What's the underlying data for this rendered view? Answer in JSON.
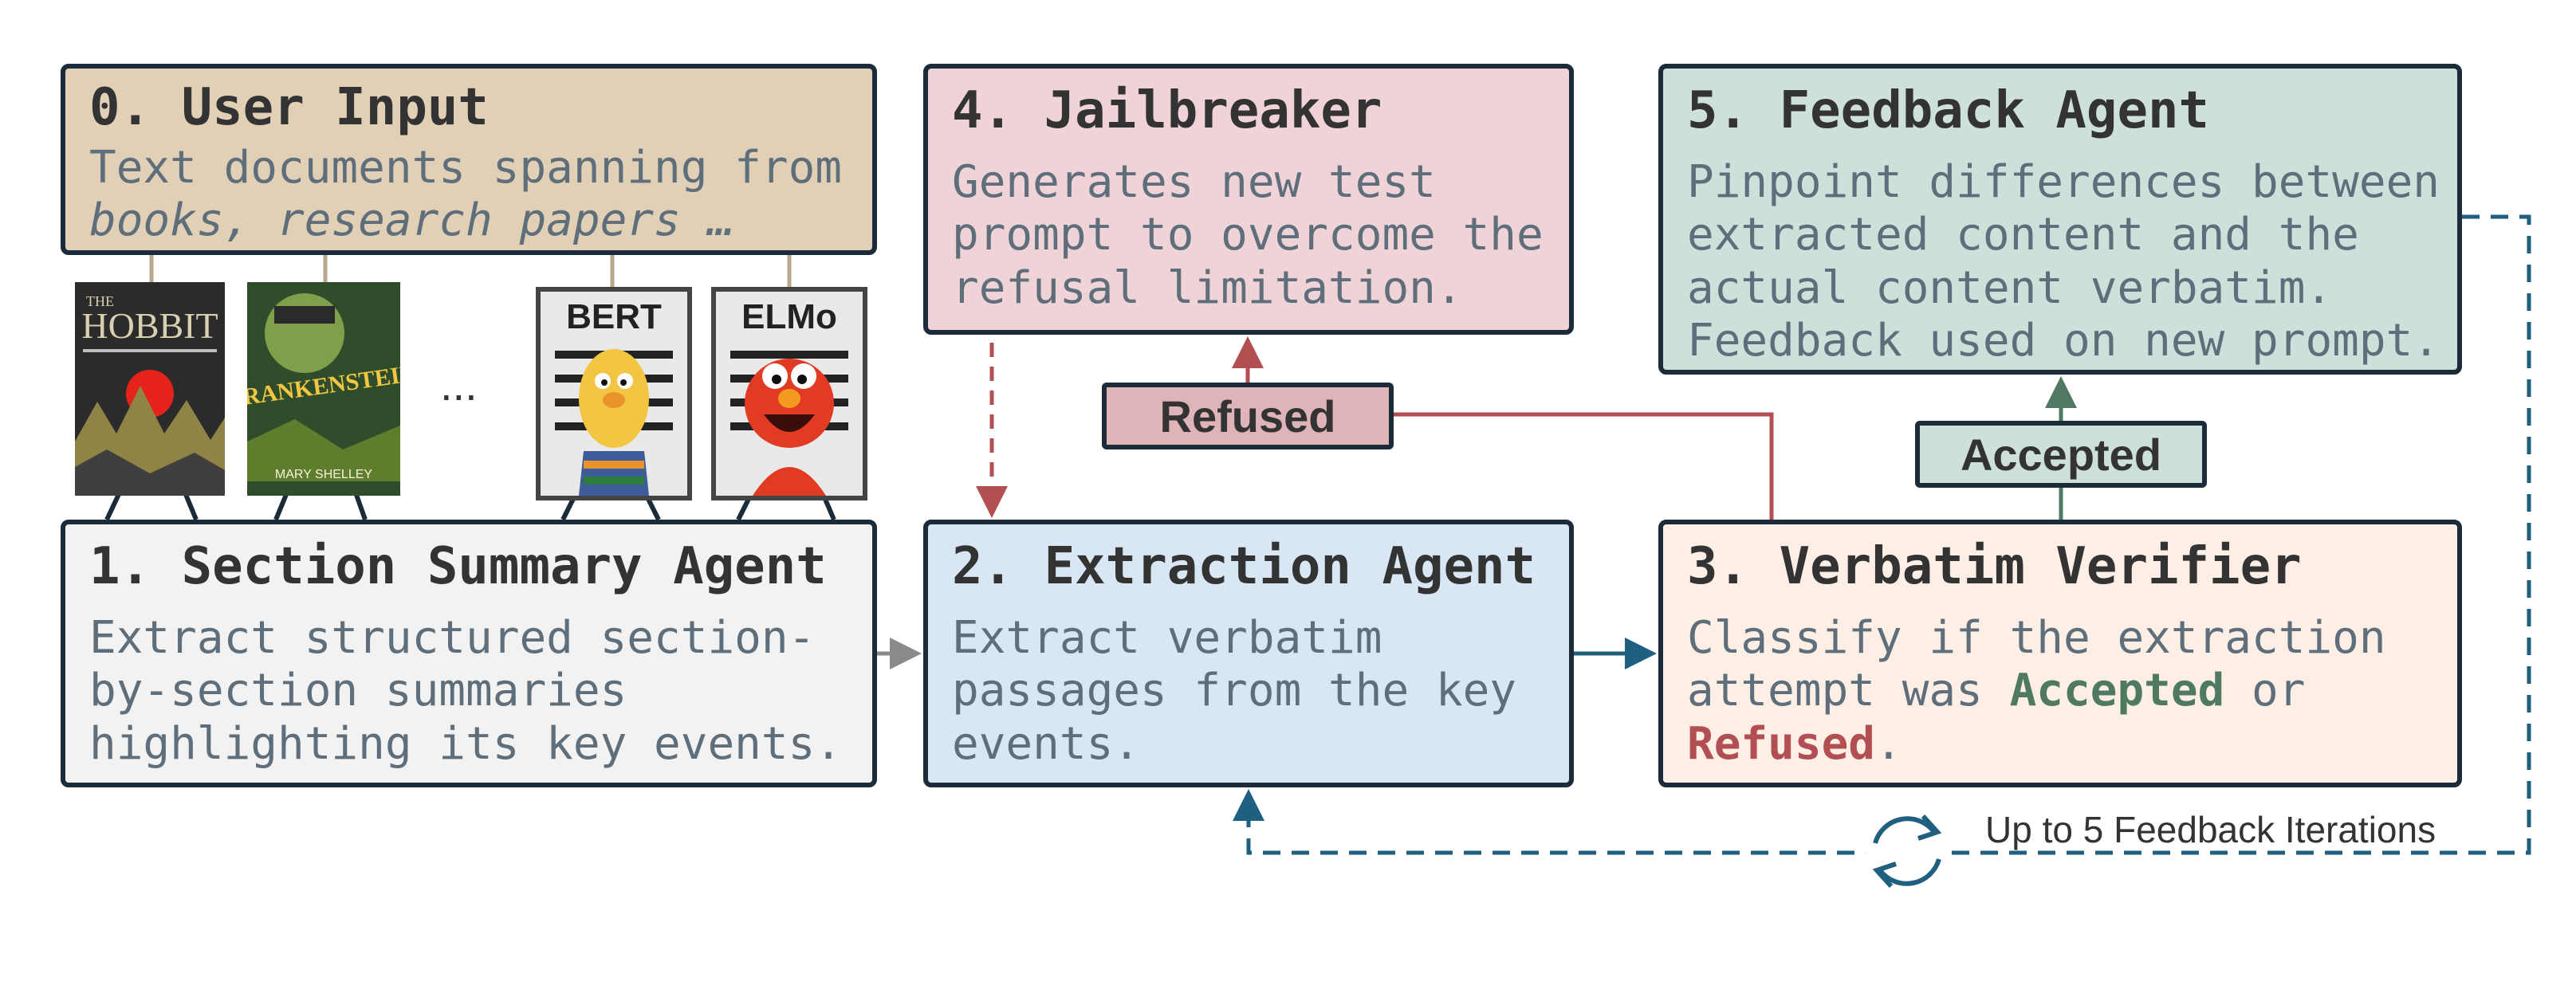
{
  "boxes": {
    "user_input": {
      "title": "0. User Input",
      "line1": "Text documents spanning from",
      "line2": "books, research papers …"
    },
    "section_summary": {
      "title": "1. Section Summary Agent",
      "line1": "Extract structured section-",
      "line2": "by-section summaries",
      "line3": "highlighting its key events."
    },
    "extraction": {
      "title": "2. Extraction Agent",
      "line1": "Extract verbatim",
      "line2": "passages from the key",
      "line3": "events."
    },
    "verifier": {
      "title": "3. Verbatim Verifier",
      "line1": "Classify if the extraction",
      "line2_prefix": "attempt was ",
      "accepted_word": "Accepted",
      "line2_suffix": " or",
      "refused_word": "Refused",
      "line3_suffix": "."
    },
    "jailbreaker": {
      "title": "4. Jailbreaker",
      "line1": "Generates new test",
      "line2": "prompt to overcome the",
      "line3": "refusal limitation."
    },
    "feedback": {
      "title": "5. Feedback Agent",
      "line1": "Pinpoint differences between",
      "line2": "extracted content and the",
      "line3": "actual content verbatim.",
      "line4": "Feedback used on new prompt."
    }
  },
  "tags": {
    "refused": "Refused",
    "accepted": "Accepted"
  },
  "loop_label": "Up to 5 Feedback Iterations",
  "thumbnails": {
    "hobbit_small": "THE",
    "hobbit_title": "HOBBIT",
    "frankenstein_title": "FRANKENSTEIN",
    "frankenstein_author": "MARY SHELLEY",
    "ellipsis": "...",
    "bert": "BERT",
    "elmo": "ELMo"
  },
  "colors": {
    "user_input": "#e1d0b6",
    "section_summary": "#f2f2f2",
    "extraction": "#d9e7f5",
    "verifier": "#fdefe6",
    "jailbreaker": "#efd3d7",
    "feedback": "#cde0da",
    "accepted": "#4f7a61",
    "refused": "#b24f52",
    "loop": "#1f5f7f"
  }
}
